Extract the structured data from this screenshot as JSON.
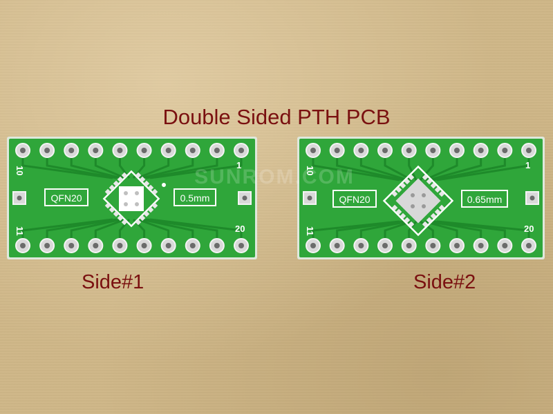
{
  "title": "Double Sided PTH PCB",
  "watermark": "SUNROM.COM",
  "boards": [
    {
      "label": "Side#1",
      "chip_label": "QFN20",
      "pitch_label": "0.5mm",
      "pin_numbers": {
        "top_left": "10",
        "top_right": "1",
        "bottom_left": "11",
        "bottom_right": "20"
      }
    },
    {
      "label": "Side#2",
      "chip_label": "QFN20",
      "pitch_label": "0.65mm",
      "pin_numbers": {
        "top_left": "10",
        "top_right": "1",
        "bottom_left": "11",
        "bottom_right": "20"
      }
    }
  ],
  "colors": {
    "background": "#cfb788",
    "pcb_green": "#2fa63a",
    "trace_green": "#1e8a2a",
    "pad_silver": "#e6e6e6",
    "caption": "#7a1010"
  }
}
